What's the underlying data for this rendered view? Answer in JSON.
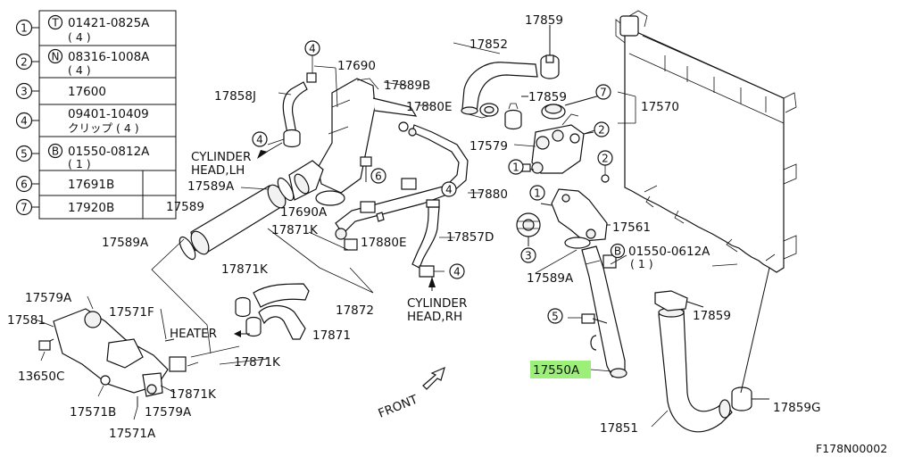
{
  "legend": [
    {
      "num": "1",
      "sym": "T",
      "code": "01421-0825A",
      "qty": "( 4 )"
    },
    {
      "num": "2",
      "sym": "N",
      "code": "08316-1008A",
      "qty": "( 4 )"
    },
    {
      "num": "3",
      "sym": "",
      "code": "17600",
      "qty": ""
    },
    {
      "num": "4",
      "sym": "",
      "code": "09401-10409",
      "qty": "クリップ ( 4 )"
    },
    {
      "num": "5",
      "sym": "B",
      "code": "01550-0812A",
      "qty": "( 1 )"
    },
    {
      "num": "6",
      "sym": "",
      "code": "17691B",
      "qty": ""
    },
    {
      "num": "7",
      "sym": "",
      "code": "17920B",
      "qty": ""
    }
  ],
  "labels": {
    "p17859_top": "17859",
    "p17852": "17852",
    "p17859_mid": "17859",
    "p17570": "17570",
    "p17690": "17690",
    "p17889B": "17889B",
    "p17880E_top": "17880E",
    "p17858J": "17858J",
    "cyl_lh_1": "CYLINDER",
    "cyl_lh_2": "HEAD,LH",
    "p17579": "17579",
    "p17589A_top": "17589A",
    "p17880": "17880",
    "p17589": "17589",
    "p17690A": "17690A",
    "p17561": "17561",
    "p17871K_a": "17871K",
    "p17880E_mid": "17880E",
    "p17857D": "17857D",
    "p17589A_left": "17589A",
    "p01550_0612A": "01550-0612A",
    "p01550_qty": "( 1 )",
    "p17871K_b": "17871K",
    "p17589A_right": "17589A",
    "cyl_rh_1": "CYLINDER",
    "cyl_rh_2": "HEAD,RH",
    "p17579A_left": "17579A",
    "p17571F": "17571F",
    "p17872": "17872",
    "p17859_right": "17859",
    "p17581": "17581",
    "heater": "HEATER",
    "p17871": "17871",
    "p13650C": "13650C",
    "p17871K_c": "17871K",
    "p17550A": "17550A",
    "p17871K_d": "17871K",
    "front": "FRONT",
    "p17571B": "17571B",
    "p17579A_bot": "17579A",
    "p17859G": "17859G",
    "p17851": "17851",
    "p17571A": "17571A",
    "diagram_code": "F178N00002"
  },
  "callouts": {
    "c4_a": "4",
    "c4_b": "4",
    "c4_c": "4",
    "c4_d": "4",
    "c7": "7",
    "c2_a": "2",
    "c2_b": "2",
    "c1_a": "1",
    "c1_b": "1",
    "c6": "6",
    "c3": "3",
    "c5": "5",
    "cB": "B"
  },
  "highlight_part": "17550A",
  "colors": {
    "highlight": "#9cf07a",
    "ink": "#111111"
  }
}
